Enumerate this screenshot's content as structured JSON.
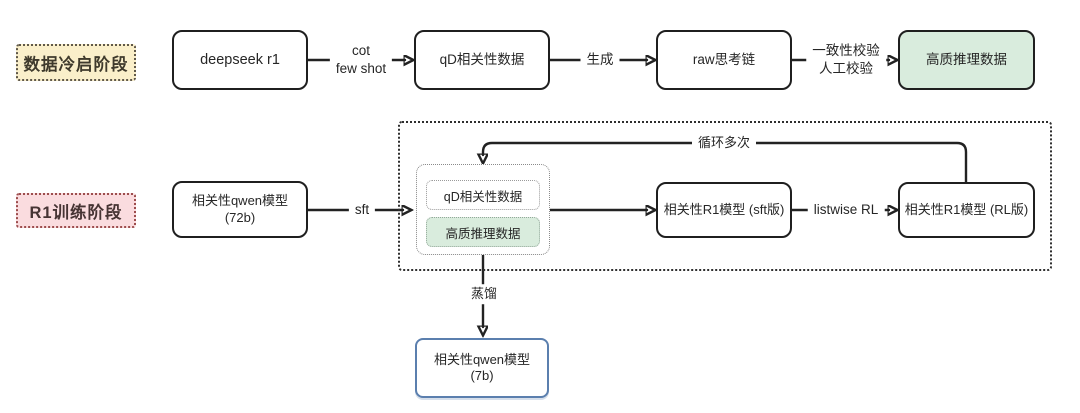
{
  "colors": {
    "bg": "#ffffff",
    "line": "#222222",
    "box_border": "#1f1f1f",
    "green_bg": "#d9ecdd",
    "yellow_bg": "#faefca",
    "yellow_border": "#5f584a",
    "pink_bg": "#fadcdf",
    "pink_border": "#9c4d4d",
    "blue_border": "#5b7fae",
    "text": "#262626"
  },
  "phases": {
    "cold_start": "数据冷启阶段",
    "r1_training": "R1训练阶段"
  },
  "row1": {
    "deepseek": "deepseek r1",
    "edge_cot": "cot\nfew shot",
    "qd_data": "qD相关性数据",
    "edge_generate": "生成",
    "raw_cot": "raw思考链",
    "edge_check": "一致性校验\n人工校验",
    "hq_data": "高质推理数据"
  },
  "row2": {
    "qwen72b": "相关性qwen模型 (72b)",
    "edge_sft": "sft",
    "inner_qd": "qD相关性数据",
    "inner_hq": "高质推理数据",
    "r1_sft": "相关性R1模型 (sft版)",
    "edge_listwise": "listwise RL",
    "r1_rl": "相关性R1模型 (RL版)",
    "loop": "循环多次",
    "distill": "蒸馏",
    "qwen7b": "相关性qwen模型 (7b)"
  }
}
